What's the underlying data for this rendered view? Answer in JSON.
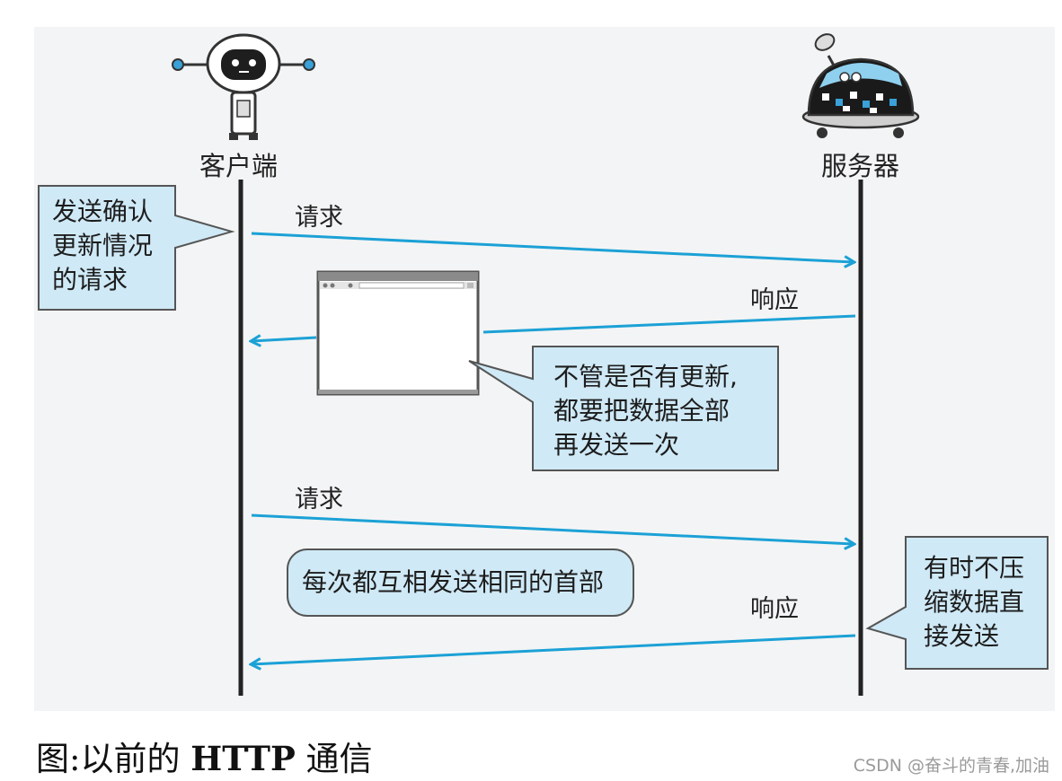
{
  "actors": {
    "client": {
      "label": "客户端"
    },
    "server": {
      "label": "服务器"
    }
  },
  "messages": [
    {
      "label": "请求",
      "direction": "client-to-server"
    },
    {
      "label": "响应",
      "direction": "server-to-client"
    },
    {
      "label": "请求",
      "direction": "client-to-server"
    },
    {
      "label": "响应",
      "direction": "server-to-client"
    }
  ],
  "notes": {
    "client_note": [
      "发送确认",
      "更新情况",
      "的请求"
    ],
    "full_resend_note": [
      "不管是否有更新,",
      "都要把数据全部",
      "再发送一次"
    ],
    "same_headers_note": "每次都互相发送相同的首部",
    "uncompressed_note": [
      "有时不压",
      "缩数据直",
      "接发送"
    ]
  },
  "caption": {
    "prefix": "图:以前的 ",
    "bold": "HTTP",
    "suffix": " 通信"
  },
  "watermark": "CSDN @奋斗的青春,加油",
  "colors": {
    "arrow": "#1ba1d6",
    "note_fill": "#cfe9f6",
    "lifeline": "#222222"
  }
}
